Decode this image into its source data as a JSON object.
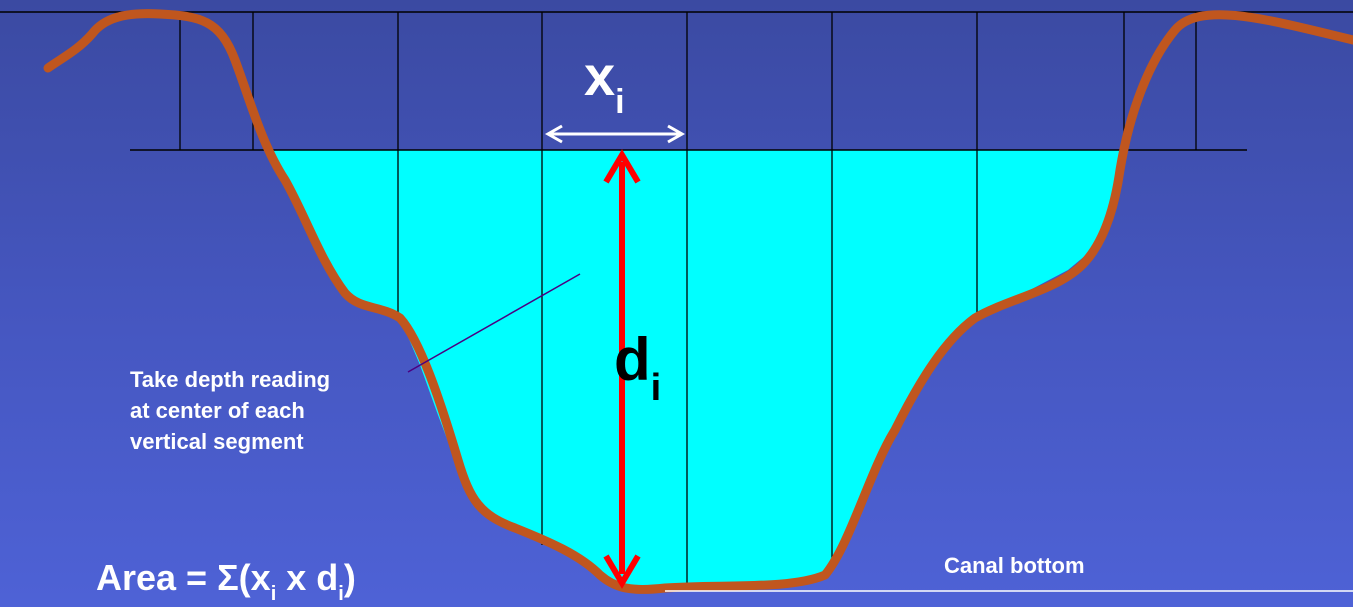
{
  "diagram": {
    "x_label": {
      "base": "x",
      "sub": "i"
    },
    "d_label": {
      "base": "d",
      "sub": "i"
    },
    "note_lines": [
      "Take depth reading",
      "at center of each",
      "vertical segment"
    ],
    "formula": {
      "prefix": "Area = Σ(x",
      "sub1": "i",
      "middle": " x d",
      "sub2": "i",
      "suffix": ")"
    },
    "bottom_label": "Canal bottom",
    "colors": {
      "background": "#4556bf",
      "water": "#00ffff",
      "bank": "#c0561e",
      "arrow_depth": "#ff0000",
      "arrow_width": "#ffffff",
      "grid": "#000000",
      "pointer": "#4b0082"
    }
  }
}
